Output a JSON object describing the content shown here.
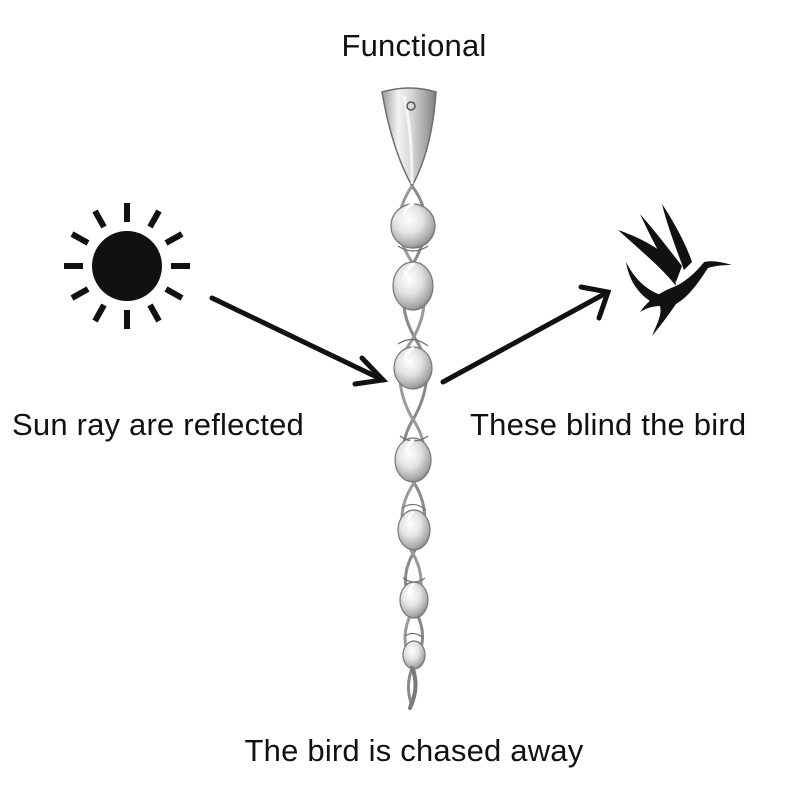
{
  "diagram": {
    "title": "Functional",
    "left_caption": "Sun ray are reflected",
    "right_caption": "These blind the bird",
    "bottom_caption": "The bird is chased away"
  },
  "icons": {
    "sun": "sun-icon",
    "bird": "hummingbird-icon",
    "spiral": "reflective-spiral-rod"
  },
  "colors": {
    "ink": "#111111",
    "metal_light": "#f2f2f2",
    "metal_mid": "#c8c8c8",
    "metal_dark": "#8a8a8a"
  }
}
